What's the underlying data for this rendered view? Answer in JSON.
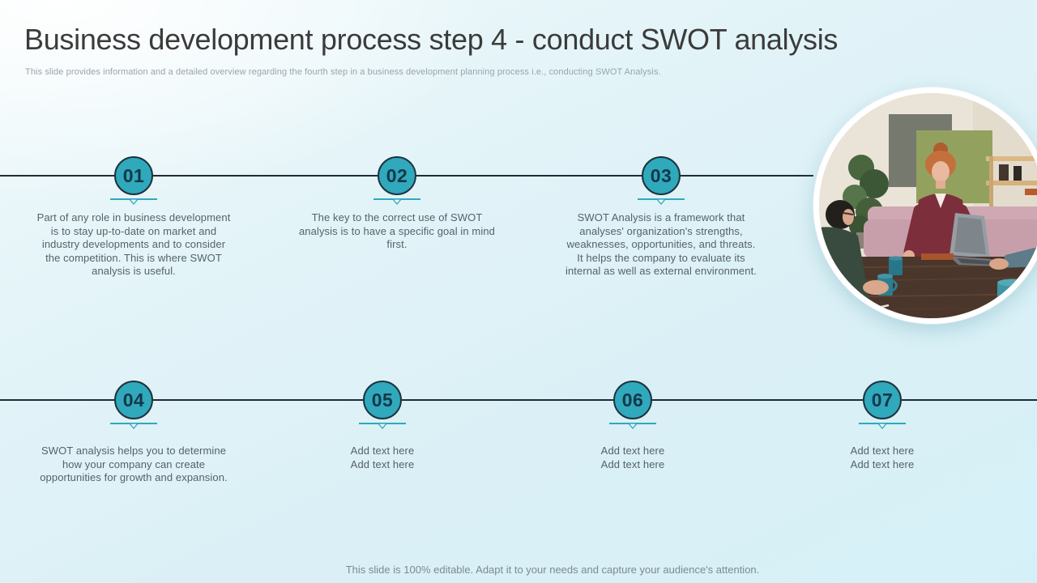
{
  "slide": {
    "title": "Business development process step 4 - conduct SWOT analysis",
    "subtitle": "This slide provides information and a detailed overview regarding the fourth step in a business development planning process i.e., conducting SWOT Analysis.",
    "footer_note": "This slide is 100% editable. Adapt it to your needs and capture your audience's attention."
  },
  "colors": {
    "accent_teal": "#2FA9BB",
    "circle_border": "#1D333F",
    "step_number_text": "#14384A",
    "timeline_line": "#1F2C33",
    "title_text": "#3B3B3B",
    "body_text": "#57616B",
    "muted_text": "#9AA5AB",
    "background_cyan": "#D8F0F6"
  },
  "photo": {
    "description": "Business team meeting around wooden table"
  },
  "timeline": {
    "rows": [
      {
        "steps": [
          {
            "number": "01",
            "text": "Part of any role in business development\nis to stay up-to-date on market and\nindustry developments and to consider\nthe competition. This is where SWOT\nanalysis is useful."
          },
          {
            "number": "02",
            "text": "The key to the correct use of SWOT\nanalysis is to have a specific goal in mind\nfirst."
          },
          {
            "number": "03",
            "text": "SWOT Analysis is a framework that\nanalyses' organization's strengths,\nweaknesses, opportunities, and threats.\nIt helps the company to evaluate its\ninternal as well as external environment."
          }
        ]
      },
      {
        "steps": [
          {
            "number": "04",
            "text": "SWOT analysis helps you to determine\nhow your company can create\nopportunities for growth and expansion."
          },
          {
            "number": "05",
            "text": "Add text here\nAdd text here"
          },
          {
            "number": "06",
            "text": "Add text here\nAdd text here"
          },
          {
            "number": "07",
            "text": "Add text here\nAdd text here"
          }
        ]
      }
    ]
  }
}
